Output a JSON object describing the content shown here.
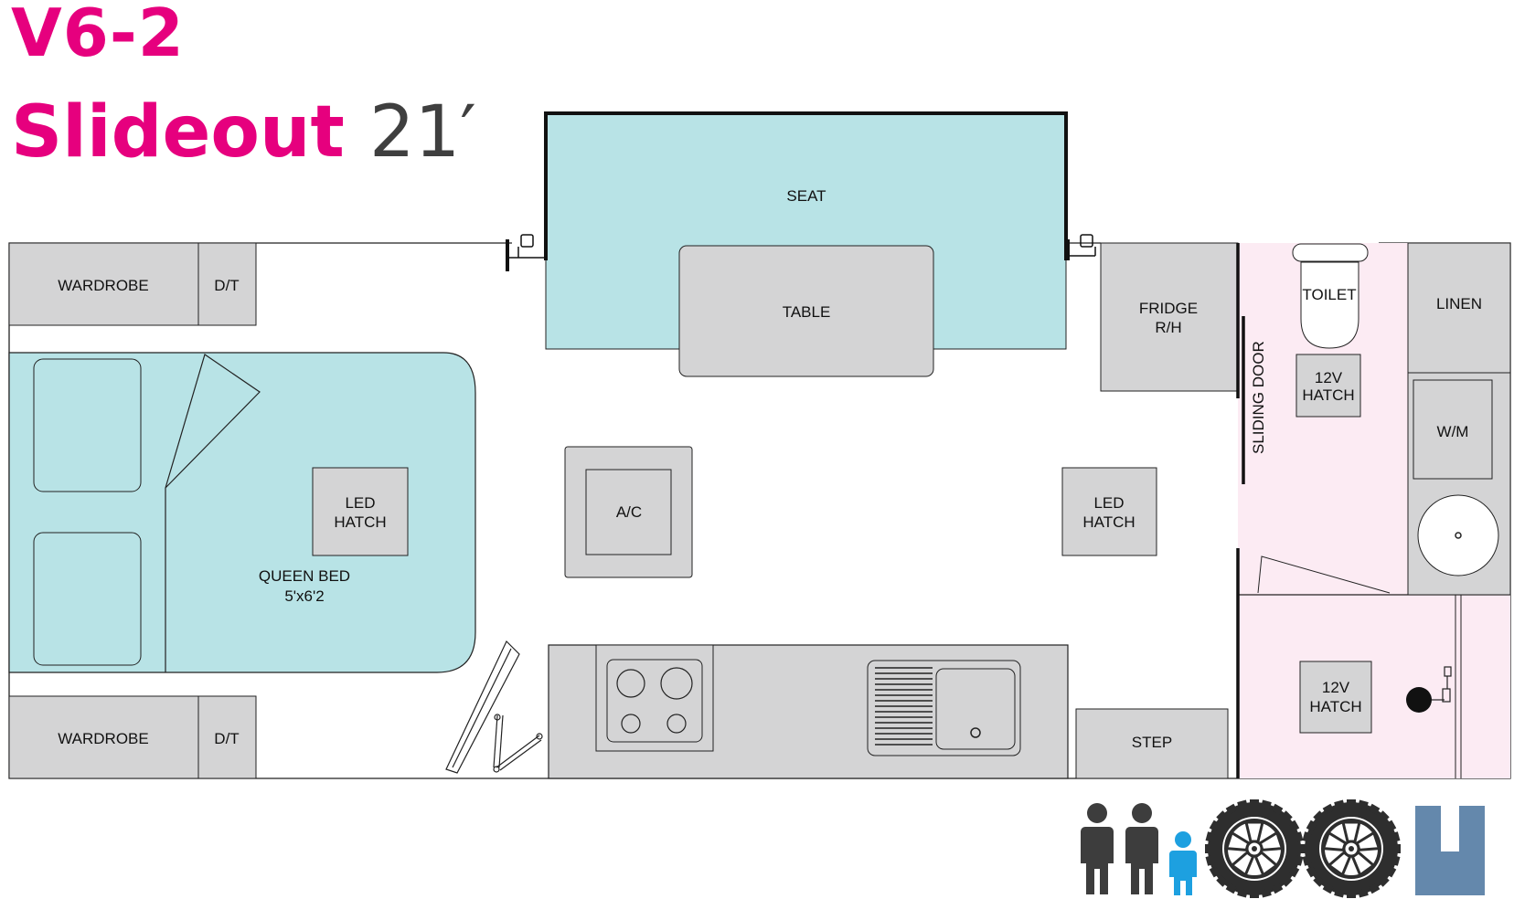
{
  "title": {
    "model": "V6-2",
    "name": "Slideout",
    "length": "21′"
  },
  "labels": {
    "wardrobe_top": "WARDROBE",
    "dt_top": "D/T",
    "wardrobe_bottom": "WARDROBE",
    "dt_bottom": "D/T",
    "led_hatch_bed": [
      "LED",
      "HATCH"
    ],
    "queen_bed": [
      "QUEEN BED",
      "5'x6'2"
    ],
    "seat": "SEAT",
    "table": "TABLE",
    "ac": "A/C",
    "led_hatch_right": [
      "LED",
      "HATCH"
    ],
    "fridge": [
      "FRIDGE",
      "R/H"
    ],
    "sliding_door": "SLIDING DOOR",
    "toilet": "TOILET",
    "hatch_12v_top": [
      "12V",
      "HATCH"
    ],
    "linen": "LINEN",
    "washing_machine": "W/M",
    "hatch_12v_bottom": [
      "12V",
      "HATCH"
    ],
    "step": "STEP"
  },
  "features": {
    "people_icons": [
      "adult-icon",
      "adult-icon",
      "child-icon"
    ],
    "wheel_icons": [
      "wheel-icon",
      "wheel-icon"
    ],
    "layout_icon": "u-shape-layout-icon"
  },
  "colors": {
    "brand": "#e6007e",
    "bed_seat_fill": "#b8e3e6",
    "fixture_fill": "#d4d4d5",
    "bathroom_fill": "#fcebf3",
    "person_adult": "#3d3d3d",
    "person_child": "#1da0e0",
    "layout_icon": "#6488ac"
  }
}
